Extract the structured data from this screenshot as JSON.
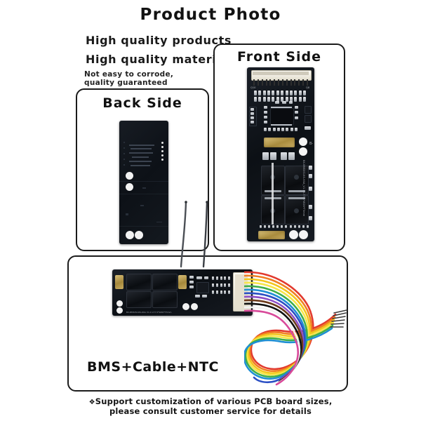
{
  "header": {
    "title": "Product Photo"
  },
  "features": {
    "line1": "High quality products",
    "line2": "High quality materials",
    "sub_line1": "Not easy to corrode,",
    "sub_line2": "quality guaranteed"
  },
  "panels": {
    "back": {
      "label": "Back Side",
      "board_alt": "bms-pcb-back-side"
    },
    "front": {
      "label": "Front Side",
      "board_alt": "bms-pcb-front-side",
      "silkscreen_side": "BX-BMS3S16S-60A_V1.0  L77.5*W26*T3mm",
      "silk_q10": "Q10",
      "silk_q8": "Q8",
      "silk_bminus": "B-",
      "silk_ntc": "NTC",
      "silk_ko": "KO"
    },
    "bms": {
      "label": "BMS+Cable+NTC",
      "board_alt": "bms-pcb-with-cable",
      "silkscreen": "BX-BMS3S16S-60A V1.0  L77.5*W26*T3mm"
    }
  },
  "cable": {
    "colors": [
      "#e23a2e",
      "#f07f22",
      "#f3c61c",
      "#f6e64a",
      "#3fae49",
      "#1f8fd4",
      "#2b4fc4",
      "#8e4ec6",
      "#6b3a1c",
      "#111111",
      "#f2f2f2",
      "#d84a9a"
    ],
    "connector_color": "#f4efdf"
  },
  "footer": {
    "bullet": "❖",
    "line1": "Support customization of various PCB board sizes,",
    "line2": "please consult customer service for details"
  },
  "colors": {
    "border": "#1b1b1b",
    "background": "#ffffff",
    "text": "#111111",
    "pcb_dark": "#0d1117",
    "gold": "#b9994a"
  }
}
